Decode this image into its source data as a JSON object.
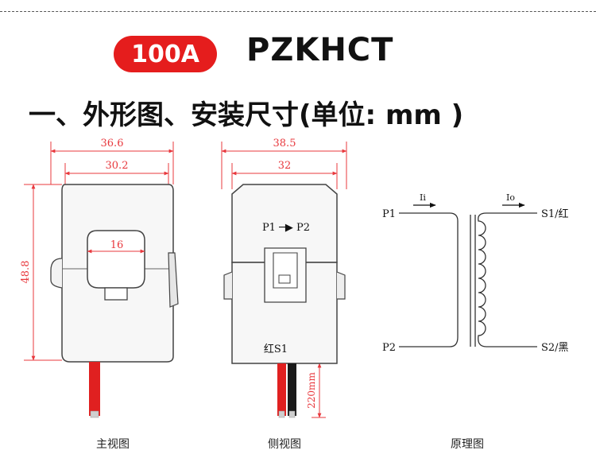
{
  "badge": "100A",
  "model": "PZKHCT",
  "section_title": "一、外形图、安装尺寸(单位: mm )",
  "front_view": {
    "dim_outer_width": "36.6",
    "dim_inner_width": "30.2",
    "dim_window": "16",
    "dim_height": "48.8",
    "caption": "主视图"
  },
  "side_view": {
    "dim_outer_width": "38.5",
    "dim_inner_width": "32",
    "direction_label": "P1 ─▶ P2",
    "terminal_label": "红S1",
    "lead_length": "220mm",
    "caption": "侧视图"
  },
  "schematic": {
    "p1": "P1",
    "p2": "P2",
    "s1": "S1/红",
    "s2": "S2/黑",
    "i_in": "Ii",
    "i_out": "Io",
    "caption": "原理图"
  },
  "colors": {
    "accent": "#e51d1d",
    "dimension": "#e8383d",
    "body_fill": "#f7f7f7",
    "body_stroke": "#444444",
    "wire_red": "#e02020",
    "wire_black": "#1a1a1a"
  }
}
